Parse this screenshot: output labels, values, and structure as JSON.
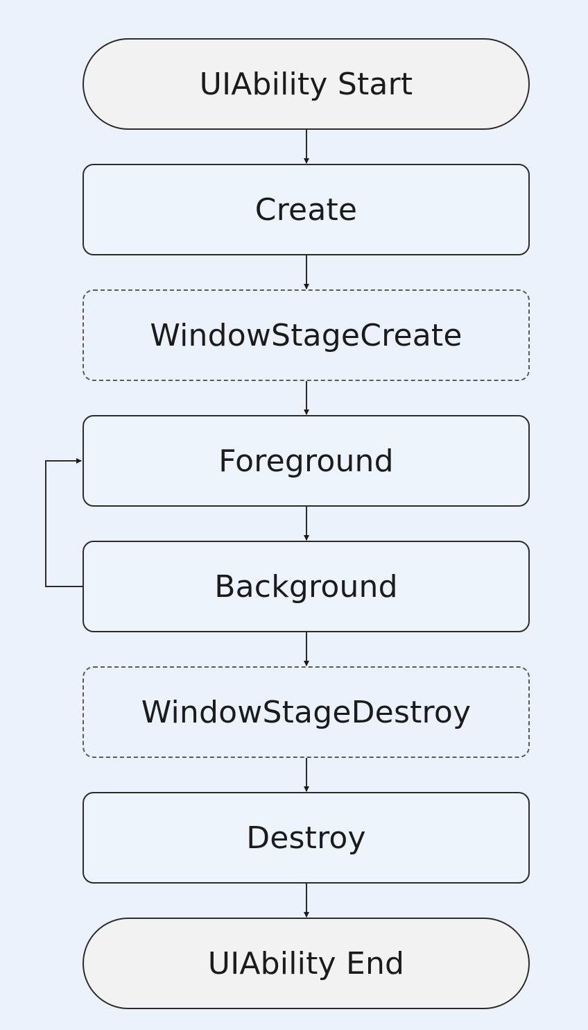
{
  "diagram": {
    "nodes": [
      {
        "id": "start",
        "label": "UIAbility Start",
        "kind": "terminal"
      },
      {
        "id": "create",
        "label": "Create",
        "kind": "process"
      },
      {
        "id": "window-stage-create",
        "label": "WindowStageCreate",
        "kind": "optional"
      },
      {
        "id": "foreground",
        "label": "Foreground",
        "kind": "process"
      },
      {
        "id": "background",
        "label": "Background",
        "kind": "process"
      },
      {
        "id": "window-stage-destroy",
        "label": "WindowStageDestroy",
        "kind": "optional"
      },
      {
        "id": "destroy",
        "label": "Destroy",
        "kind": "process"
      },
      {
        "id": "end",
        "label": "UIAbility End",
        "kind": "terminal"
      }
    ],
    "edges": [
      {
        "from": "start",
        "to": "create"
      },
      {
        "from": "create",
        "to": "window-stage-create"
      },
      {
        "from": "window-stage-create",
        "to": "foreground"
      },
      {
        "from": "foreground",
        "to": "background"
      },
      {
        "from": "background",
        "to": "window-stage-destroy"
      },
      {
        "from": "window-stage-destroy",
        "to": "destroy"
      },
      {
        "from": "destroy",
        "to": "end"
      },
      {
        "from": "background",
        "to": "foreground",
        "style": "loop-left"
      }
    ],
    "colors": {
      "background": "#ebf2fb",
      "terminal_fill": "#f2f2f2",
      "process_fill": "#eef4fc",
      "stroke": "#2b2b2b"
    }
  }
}
